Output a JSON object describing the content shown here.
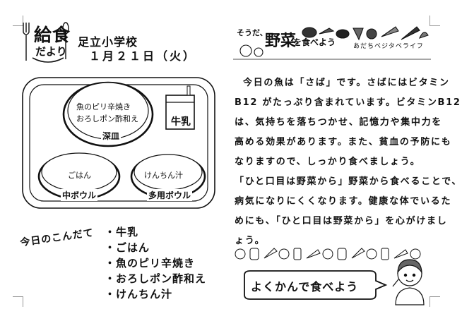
{
  "header": {
    "logo_title": "給食",
    "logo_subtitle": "だより",
    "school_name": "足立小学校",
    "date": "１月２１日（火）"
  },
  "tray": {
    "main_plate_items": [
      "魚のピリ辛焼き",
      "おろしポン酢和え"
    ],
    "main_plate_name": "深皿",
    "milk_label": "牛乳",
    "rice_label": "ごはん",
    "rice_bowl_name": "中ボウル",
    "soup_label": "けんちん汁",
    "soup_bowl_name": "多用ボウル"
  },
  "menu": {
    "title": "今日のこんだて",
    "items": [
      "牛乳",
      "ごはん",
      "魚のピリ辛焼き",
      "おろしポン酢和え",
      "けんちん汁"
    ]
  },
  "column": {
    "title_pre": "そうだ、",
    "title_main": "野菜",
    "title_post": "を食べよう",
    "brand": "あだちベジタベライフ",
    "lines": [
      "今日の魚は「さば」です。さばにはビタミン",
      "B12 がたっぷり含まれています。ビタミンB12",
      "は、気持ちを落ちつかせ、記憶力や集中力を",
      "高める効果があります。また、貧血の予防にも",
      "なりますので、しっかり食べましょう。",
      "「ひと口目は野菜から」野菜から食べることで、",
      "病気になりにくくなります。健康な体でいるた",
      "めにも、「ひと口目は野菜から」を心がけまし",
      "ょう。"
    ],
    "slogan": "よくかんで食べよう"
  },
  "colors": {
    "ink": "#111111",
    "background": "#ffffff"
  }
}
